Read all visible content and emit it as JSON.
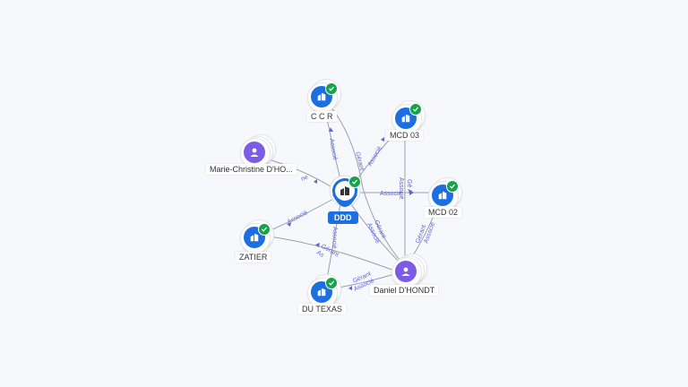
{
  "nodes": {
    "center": {
      "label": "DDD",
      "icon": "company-icon",
      "verified": true
    },
    "ccr": {
      "label": "C C R",
      "icon": "company-icon",
      "verified": true
    },
    "mcd03": {
      "label": "MCD 03",
      "icon": "company-icon",
      "verified": true
    },
    "mcd02": {
      "label": "MCD 02",
      "icon": "company-icon",
      "verified": true
    },
    "zatier": {
      "label": "ZATIER",
      "icon": "company-icon",
      "verified": true
    },
    "dutexas": {
      "label": "DU TEXAS",
      "icon": "company-icon",
      "verified": true
    },
    "marie": {
      "label": "Marie-Christine D'HO...",
      "icon": "person-icon"
    },
    "daniel": {
      "label": "Daniel D'HONDT",
      "icon": "person-icon"
    }
  },
  "edges": {
    "ccr_center": "Associé",
    "marie_center": "ne",
    "zatier_center": "Associé",
    "center_mcd02": "Associé",
    "mcd03_daniel": "Gé A",
    "daniel_mcd03_b": "Associé",
    "daniel_mcd02": "Gérant",
    "daniel_mcd02_b": "Associé",
    "daniel_ccr": "Gérant",
    "daniel_mcd03": "Associé",
    "daniel_center": "Gérant",
    "daniel_center_b": "Associé",
    "daniel_dutexas": "Gérant",
    "daniel_dutexas_b": "Associé",
    "daniel_zatier": "Gérant",
    "daniel_zatier_b": "As",
    "dutexas_center": "Associé"
  },
  "colors": {
    "company": "#1b6fe0",
    "person": "#7c5ce6",
    "verified": "#16a34a",
    "edge_label": "#5b67d8",
    "edge_line": "#9aa0ab"
  }
}
